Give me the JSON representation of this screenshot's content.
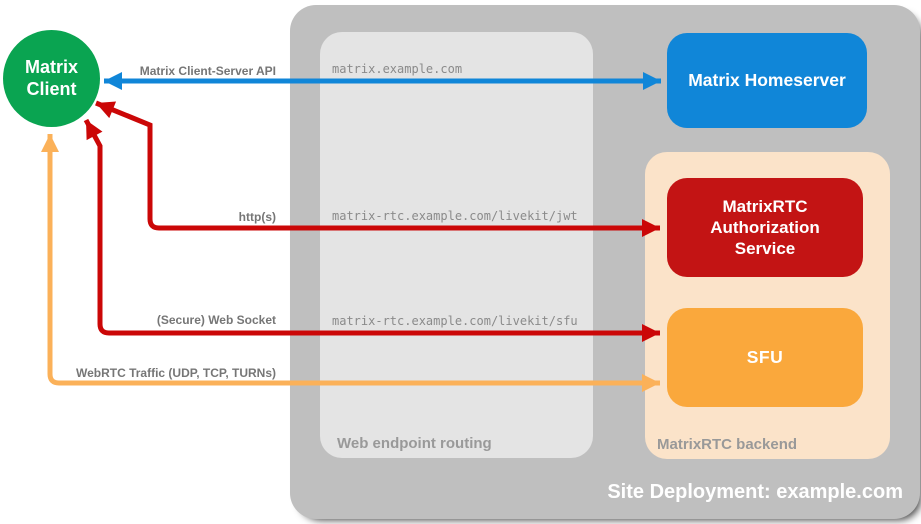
{
  "colors": {
    "canvas_bg": "#ffffff",
    "site_panel_bg": "#bfbfbf",
    "routing_panel_bg": "#e4e4e4",
    "backend_panel_bg": "#fbe3c9",
    "client_green": "#0aa451",
    "homeserver_blue": "#1086d8",
    "auth_red": "#c31414",
    "sfu_orange": "#faa83c",
    "blue_line": "#1086d8",
    "red_line": "#cb0707",
    "orange_line": "#fbb159",
    "conn_label_gray": "#767676",
    "endpoint_gray": "#8a8a8a",
    "panel_label_gray": "#999999",
    "site_label_white": "#ffffff",
    "node_text_white": "#ffffff"
  },
  "nodes": {
    "client": {
      "label": "Matrix Client"
    },
    "homeserver": {
      "label": "Matrix Homeserver"
    },
    "auth_service": {
      "label": "MatrixRTC Authorization Service"
    },
    "sfu": {
      "label": "SFU"
    }
  },
  "panels": {
    "site": {
      "label": "Site Deployment: example.com"
    },
    "routing": {
      "label": "Web endpoint routing"
    },
    "backend": {
      "label": "MatrixRTC backend"
    }
  },
  "endpoints": [
    "matrix.example.com",
    "matrix-rtc.example.com/livekit/jwt",
    "matrix-rtc.example.com/livekit/sfu"
  ],
  "connections": [
    {
      "label": "Matrix Client-Server API",
      "from": "Matrix Client",
      "to": "Matrix Homeserver",
      "bidirectional": true
    },
    {
      "label": "http(s)",
      "from": "Matrix Client",
      "to": "MatrixRTC Authorization Service",
      "bidirectional": true
    },
    {
      "label": "(Secure) Web Socket",
      "from": "Matrix Client",
      "to": "SFU",
      "bidirectional": true
    },
    {
      "label": "WebRTC Traffic (UDP, TCP, TURNs)",
      "from": "Matrix Client",
      "to": "SFU",
      "bidirectional": true
    }
  ]
}
